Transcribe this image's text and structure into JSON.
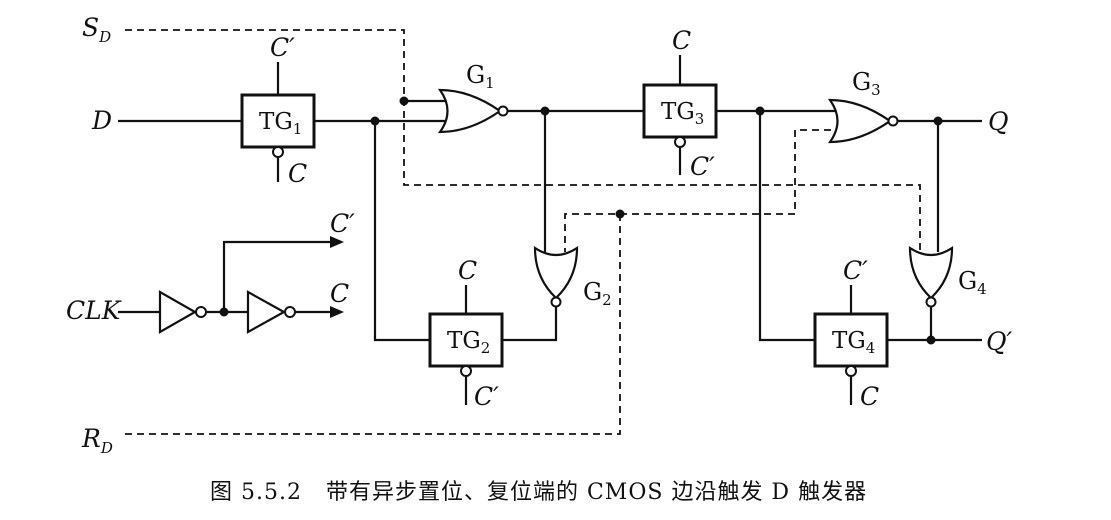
{
  "figure": {
    "caption_number": "图 5.5.2",
    "caption_text": "带有异步置位、复位端的 CMOS 边沿触发 D 触发器"
  },
  "signals": {
    "set": {
      "main": "S",
      "sub": "D"
    },
    "reset": {
      "main": "R",
      "sub": "D"
    },
    "d_input": "D",
    "clk_input": "CLK",
    "q_output": "Q",
    "qbar_output": "Q′",
    "clk_c": "C",
    "clk_cbar": "C′"
  },
  "transmission_gates": [
    {
      "main": "TG",
      "sub": "1",
      "top": "C′",
      "bottom": "C"
    },
    {
      "main": "TG",
      "sub": "2",
      "top": "C",
      "bottom": "C′"
    },
    {
      "main": "TG",
      "sub": "3",
      "top": "C",
      "bottom": "C′"
    },
    {
      "main": "TG",
      "sub": "4",
      "top": "C′",
      "bottom": "C"
    }
  ],
  "nor_gates": [
    {
      "main": "G",
      "sub": "1"
    },
    {
      "main": "G",
      "sub": "2"
    },
    {
      "main": "G",
      "sub": "3"
    },
    {
      "main": "G",
      "sub": "4"
    }
  ]
}
